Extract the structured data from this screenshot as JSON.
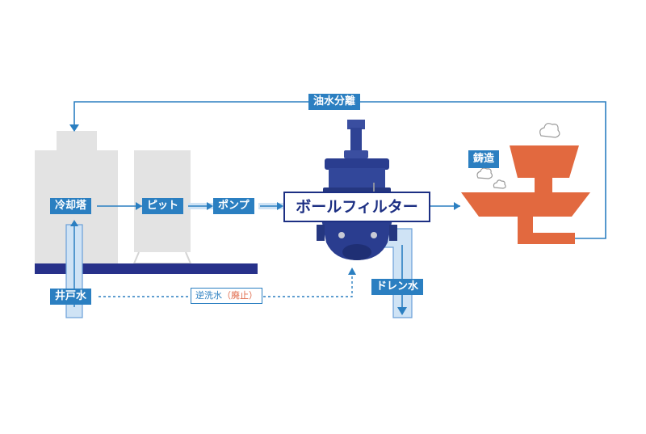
{
  "labels": {
    "oil_water_separation": "油水分離",
    "cooling_tower": "冷却塔",
    "pit": "ピット",
    "pump": "ポンプ",
    "ball_filter": "ボールフィルター",
    "casting": "鋳造",
    "well_water": "井戸水",
    "backwash_water": "逆洗水",
    "backwash_abolished": "（廃止）",
    "drain_water": "ドレン水"
  },
  "colors": {
    "flow_line": "#2b7fc1",
    "label_bg": "#2b7fc1",
    "ground_bar": "#27318a",
    "building_gray": "#e3e3e3",
    "casting_orange": "#e2693f",
    "filter_navy": "#2a3d8f",
    "abolished_text": "#e06a4a"
  },
  "icons": {
    "filter": "ball-filter-valve-icon",
    "casting": "casting-mold-icon",
    "steam": "steam-cloud-icon"
  }
}
